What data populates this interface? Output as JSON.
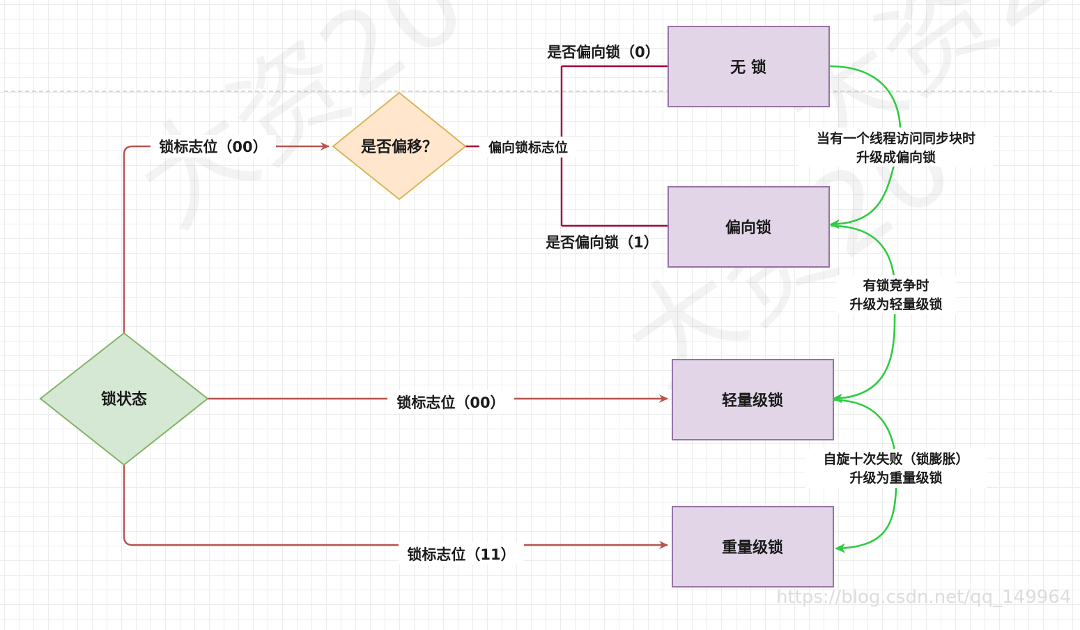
{
  "diagram": {
    "nodes": {
      "lock_state": "锁状态",
      "is_biased": "是否偏移？",
      "no_lock": "无 锁",
      "biased_lock": "偏向锁",
      "lightweight_lock": "轻量级锁",
      "heavyweight_lock": "重量级锁"
    },
    "edges": {
      "to_is_biased": "锁标志位（00）",
      "to_lightweight": "锁标志位（00）",
      "to_heavyweight": "锁标志位（11）",
      "bias_flag": "偏向锁标志位",
      "bias_zero": "是否偏向锁（0）",
      "bias_one": "是否偏向锁（1）"
    },
    "transitions": {
      "nolock_to_biased_line1": "当有一个线程访问同步块时",
      "nolock_to_biased_line2": "升级成偏向锁",
      "biased_to_light_line1": "有锁竞争时",
      "biased_to_light_line2": "升级为轻量级锁",
      "light_to_heavy_line1": "自旋十次失败（锁膨胀）",
      "light_to_heavy_line2": "升级为重量级锁"
    },
    "colors": {
      "flow_line": "#b85450",
      "bias_branch": "#a50040",
      "transition_arrow": "#2ecc40",
      "process_fill": "#e1d5e7",
      "process_stroke": "#9673a6",
      "start_fill": "#d5e8d4",
      "start_stroke": "#82b366",
      "decision_fill": "#ffe6cc",
      "decision_stroke": "#d6b656"
    }
  },
  "watermark": {
    "text": "大资20",
    "url": "https://blog.csdn.net/qq_149964"
  }
}
